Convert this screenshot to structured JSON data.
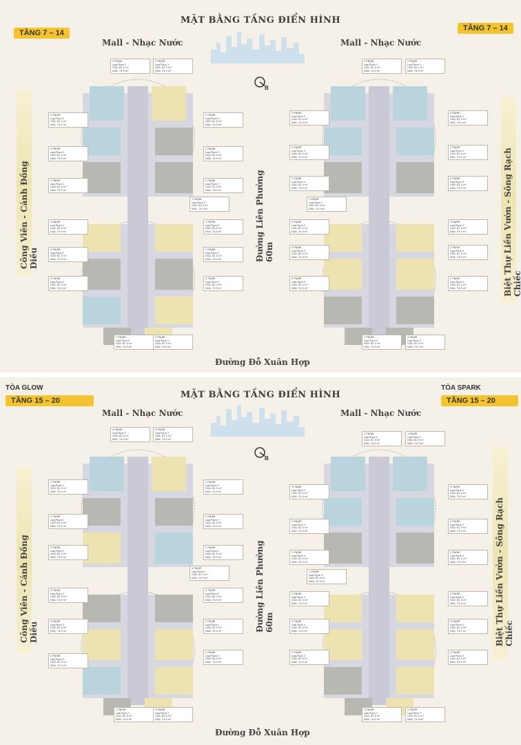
{
  "top": {
    "title": "MẶT BẰNG TẦNG ĐIỂN HÌNH",
    "floor_left": "TẦNG 7 – 14",
    "floor_right": "TẦNG 7 – 14",
    "tower_left_road": "Mall - Nhạc Nước",
    "tower_right_road": "Mall - Nhạc Nước",
    "left_side": "Công Viên - Cánh Đồng Diều",
    "middle_road": "Đường Liên Phường 60m",
    "right_side": "Biệt Thự Liền Vườn - Sông Rạch Chiếc",
    "bottom_road": "Đường Đỗ Xuân Hợp",
    "compass_letter": "B"
  },
  "bottom": {
    "title": "MẶT BẰNG TẦNG ĐIỂN HÌNH",
    "tower_left": "TÒA GLOW",
    "tower_right": "TÒA SPARK",
    "floor_left": "TẦNG 15 – 20",
    "floor_right": "TẦNG 15 – 20",
    "tower_left_road": "Mall - Nhạc Nước",
    "tower_right_road": "Mall - Nhạc Nước",
    "left_side": "Công Viên - Cánh Đồng Diều",
    "middle_road": "Đường Liên Phường 60m",
    "right_side": "Biệt Thự Liền Vườn - Sông Rạch Chiếc",
    "bottom_road": "Đường Đỗ Xuân Hợp",
    "compass_letter": "B"
  },
  "unit_label": {
    "bed2": "2 PN/BR",
    "bed1": "1 PN/BR",
    "bed3": "3 PN/BR",
    "bed4": "4 PN/BR",
    "type": "Loại/Type 2",
    "gfa": "GSA: 81.5 m²",
    "nsa": "NSA: 74.9 m²"
  },
  "colors": {
    "panel_bg": "#f5f0e8",
    "badge": "#f4c430",
    "unit_blue": "#b9d4dc",
    "unit_yellow": "#ece3b0",
    "unit_grey": "#b8b8b3",
    "corridor": "#d7d7e2"
  }
}
